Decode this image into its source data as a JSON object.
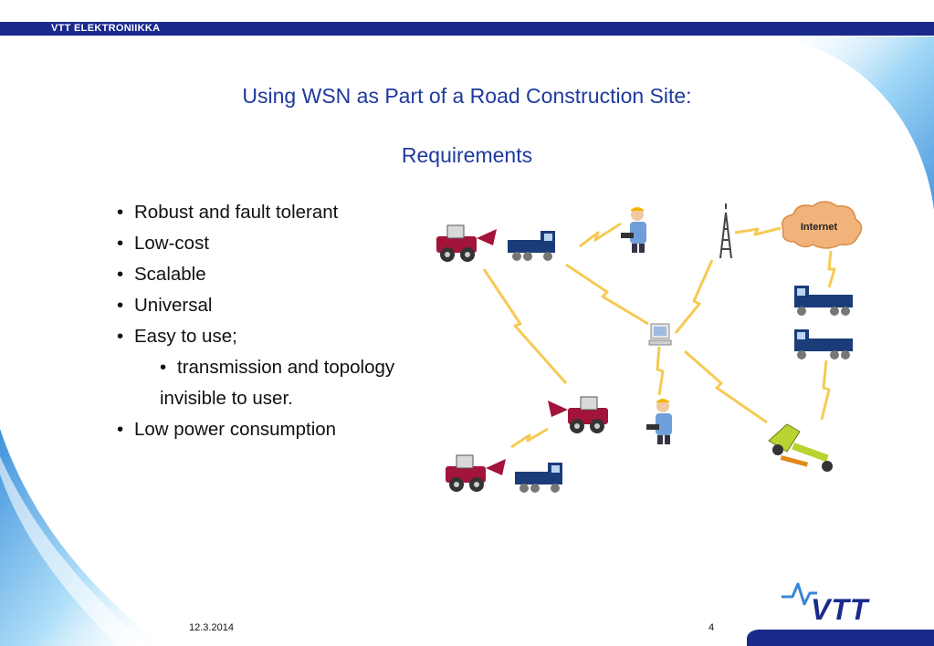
{
  "header": {
    "org_label": "VTT ELEKTRONIIKKA"
  },
  "slide": {
    "title_line1": "Using WSN as Part of a Road Construction Site:",
    "title_line2": "Requirements"
  },
  "bullets": {
    "b1": "Robust and fault tolerant",
    "b2": "Low-cost",
    "b3": "Scalable",
    "b4": "Universal",
    "b5": "Easy to use;",
    "b5_sub": "transmission and topology",
    "b5_sub_cont": "invisible to user.",
    "b6": "Low power consumption"
  },
  "diagram": {
    "internet_label": "Internet"
  },
  "footer": {
    "date": "12.3.2014",
    "page": "4"
  },
  "brand": {
    "logo_text": "VTT"
  },
  "colors": {
    "navy": "#1a2a8c",
    "title_blue": "#1f3a9e",
    "signal": "#f5c542",
    "swoosh": "#4aa8e8"
  }
}
